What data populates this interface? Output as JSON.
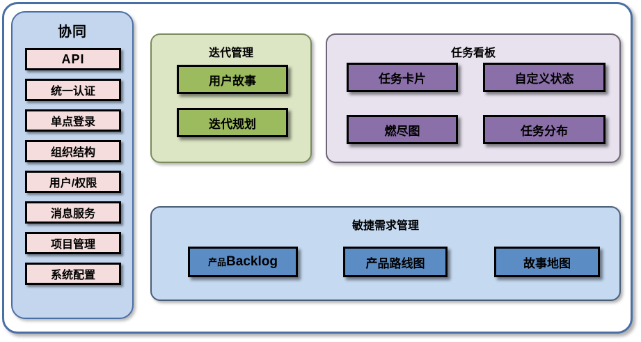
{
  "diagram": {
    "title_present": false,
    "colors": {
      "frame_border": "#4A6FA5",
      "sidebar_bg": "#C3D6EE",
      "sidebar_item_bg": "#F4DDDC",
      "iteration_panel_bg": "#DCE6C4",
      "iteration_node_bg": "#9CBB5E",
      "taskboard_panel_bg": "#E8E2EF",
      "taskboard_node_bg": "#8A6FA8",
      "agile_panel_bg": "#C5D9F1",
      "agile_node_bg": "#5B8CC4",
      "node_border": "#000000"
    }
  },
  "sidebar": {
    "title": "协同",
    "items": [
      {
        "label": "API",
        "script": "latin"
      },
      {
        "label": "统一认证",
        "script": "cjk"
      },
      {
        "label": "单点登录",
        "script": "cjk"
      },
      {
        "label": "组织结构",
        "script": "cjk"
      },
      {
        "label": "用户/权限",
        "script": "cjk"
      },
      {
        "label": "消息服务",
        "script": "cjk"
      },
      {
        "label": "项目管理",
        "script": "cjk"
      },
      {
        "label": "系统配置",
        "script": "cjk"
      }
    ]
  },
  "groups": {
    "iteration": {
      "title": "迭代管理",
      "nodes": [
        {
          "label": "用户故事"
        },
        {
          "label": "迭代规划"
        }
      ]
    },
    "taskboard": {
      "title": "任务看板",
      "nodes": [
        {
          "label": "任务卡片"
        },
        {
          "label": "自定义状态"
        },
        {
          "label": "燃尽图"
        },
        {
          "label": "任务分布"
        }
      ]
    },
    "agile": {
      "title": "敏捷需求管理",
      "nodes": [
        {
          "label": "产品Backlog",
          "cjk_part": "产品",
          "latin_part": "Backlog"
        },
        {
          "label": "产品路线图"
        },
        {
          "label": "故事地图"
        }
      ]
    }
  }
}
